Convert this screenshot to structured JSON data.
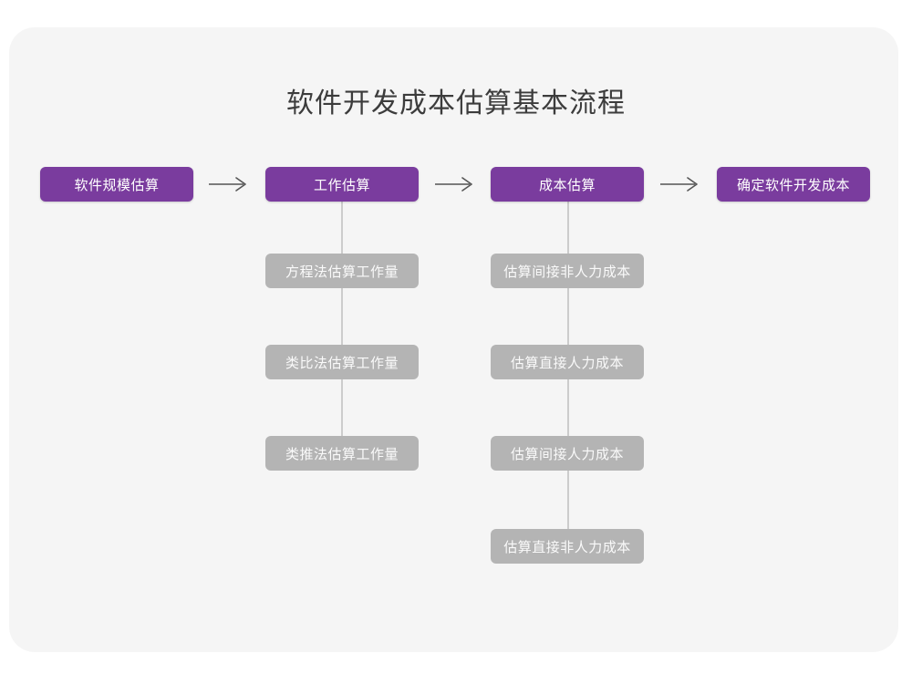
{
  "page": {
    "title": "软件开发成本估算基本流程",
    "background_color": "#ffffff",
    "card_color": "#f5f5f5",
    "primary_color": "#7a3c9e",
    "secondary_color": "#b4b4b4",
    "connector_color": "#cccccc",
    "arrow_color": "#555555"
  },
  "flow": {
    "main_steps": [
      {
        "label": "软件规模估算"
      },
      {
        "label": "工作估算"
      },
      {
        "label": "成本估算"
      },
      {
        "label": "确定软件开发成本"
      }
    ],
    "arrows": [
      {
        "name": "arrow-1",
        "glyph": "→"
      },
      {
        "name": "arrow-2",
        "glyph": "→"
      },
      {
        "name": "arrow-3",
        "glyph": "→"
      }
    ],
    "branches": [
      {
        "parent": "工作估算",
        "items": [
          {
            "label": "方程法估算工作量"
          },
          {
            "label": "类比法估算工作量"
          },
          {
            "label": "类推法估算工作量"
          }
        ]
      },
      {
        "parent": "成本估算",
        "items": [
          {
            "label": "估算间接非人力成本"
          },
          {
            "label": "估算直接人力成本"
          },
          {
            "label": "估算间接人力成本"
          },
          {
            "label": "估算直接非人力成本"
          }
        ]
      }
    ]
  },
  "chart_data": {
    "type": "diagram",
    "title": "软件开发成本估算基本流程",
    "nodes": [
      {
        "id": "n1",
        "label": "软件规模估算",
        "level": "main",
        "column": 1
      },
      {
        "id": "n2",
        "label": "工作估算",
        "level": "main",
        "column": 2
      },
      {
        "id": "n3",
        "label": "成本估算",
        "level": "main",
        "column": 3
      },
      {
        "id": "n4",
        "label": "确定软件开发成本",
        "level": "main",
        "column": 4
      },
      {
        "id": "n2a",
        "label": "方程法估算工作量",
        "level": "sub",
        "parent": "n2"
      },
      {
        "id": "n2b",
        "label": "类比法估算工作量",
        "level": "sub",
        "parent": "n2"
      },
      {
        "id": "n2c",
        "label": "类推法估算工作量",
        "level": "sub",
        "parent": "n2"
      },
      {
        "id": "n3a",
        "label": "估算间接非人力成本",
        "level": "sub",
        "parent": "n3"
      },
      {
        "id": "n3b",
        "label": "估算直接人力成本",
        "level": "sub",
        "parent": "n3"
      },
      {
        "id": "n3c",
        "label": "估算间接人力成本",
        "level": "sub",
        "parent": "n3"
      },
      {
        "id": "n3d",
        "label": "估算直接非人力成本",
        "level": "sub",
        "parent": "n3"
      }
    ],
    "edges": [
      {
        "from": "n1",
        "to": "n2",
        "style": "arrow"
      },
      {
        "from": "n2",
        "to": "n3",
        "style": "arrow"
      },
      {
        "from": "n3",
        "to": "n4",
        "style": "arrow"
      },
      {
        "from": "n2",
        "to": "n2a",
        "style": "line"
      },
      {
        "from": "n2a",
        "to": "n2b",
        "style": "line"
      },
      {
        "from": "n2b",
        "to": "n2c",
        "style": "line"
      },
      {
        "from": "n3",
        "to": "n3a",
        "style": "line"
      },
      {
        "from": "n3a",
        "to": "n3b",
        "style": "line"
      },
      {
        "from": "n3b",
        "to": "n3c",
        "style": "line"
      },
      {
        "from": "n3c",
        "to": "n3d",
        "style": "line"
      }
    ]
  }
}
